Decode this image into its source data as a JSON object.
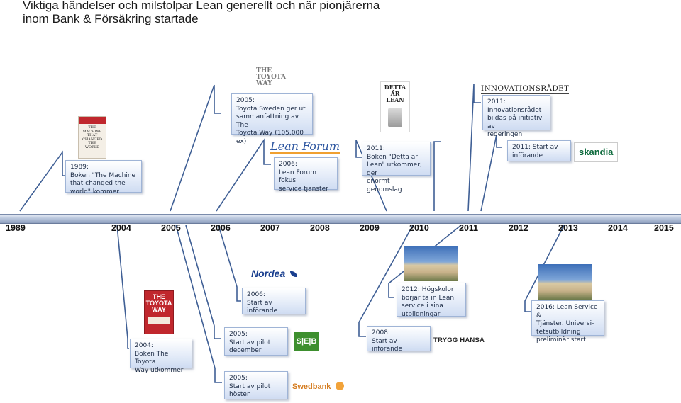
{
  "title": "Viktiga händelser och milstolpar Lean generellt och när pionjärerna\ninom Bank & Försäkring startade",
  "timeline": {
    "years": [
      "1989",
      "2004",
      "2005",
      "2006",
      "2007",
      "2008",
      "2009",
      "2010",
      "2011",
      "2012",
      "2013",
      "2014",
      "2015"
    ]
  },
  "events": {
    "e1989": "1989:\nBoken \"The Machine\nthat changed the\nworld\" kommer",
    "e2005_toyota": "2005:\nToyota Sweden ger ut\nsammanfattning av The\nToyota Way (105.000 ex)",
    "e2006_leanforum": "2006:\nLean Forum fokus\nservice tjänster",
    "e2011_boken": "2011:\nBoken \"Detta är\nLean\" utkommer, ger\nenormt genomslag",
    "e2011_innovation": "2011:\nInnovationsrådet\nbildas på initiativ av\nregeringen",
    "e2011_skandia": "2011: Start av\ninförande",
    "e2004": "2004:\nBoken The Toyota\nWay utkommer",
    "e2006_nordea": "2006:\nStart av införande",
    "e2005_seb": "2005:\nStart av pilot\ndecember",
    "e2005_swedbank": "2005:\nStart av pilot\nhösten",
    "e2008": "2008:\nStart av införande",
    "e2012": "2012: Högskolor\nbörjar ta in Lean\nservice i sina\nutbildningar",
    "e2016": "2016: Lean Service &\nTjänster. Universi-\ntetsutbildning\npreliminär start"
  },
  "logos": {
    "toyota_way": "THE\nTOYOTA\nWAY",
    "lean_forum": "Lean Forum",
    "innovationsradet": "INNOVATIONSRÅDET",
    "skandia": "skandia",
    "nordea": "Nordea",
    "seb": "S|E|B",
    "trygg_hansa": "TRYGG HANSA",
    "swedbank": "Swedbank"
  },
  "books": {
    "machine": "THE\nMACHINE\nTHAT\nCHANGED\nTHE\nWORLD",
    "detta_ar_lean": "DETTA ÄR\nLEAN",
    "toyota_way_book": "THE\nTOYOTA\nWAY"
  },
  "colors": {
    "accent_line": "#3f5f95",
    "box_border": "#9fb4d6",
    "book_red": "#c0272d"
  }
}
